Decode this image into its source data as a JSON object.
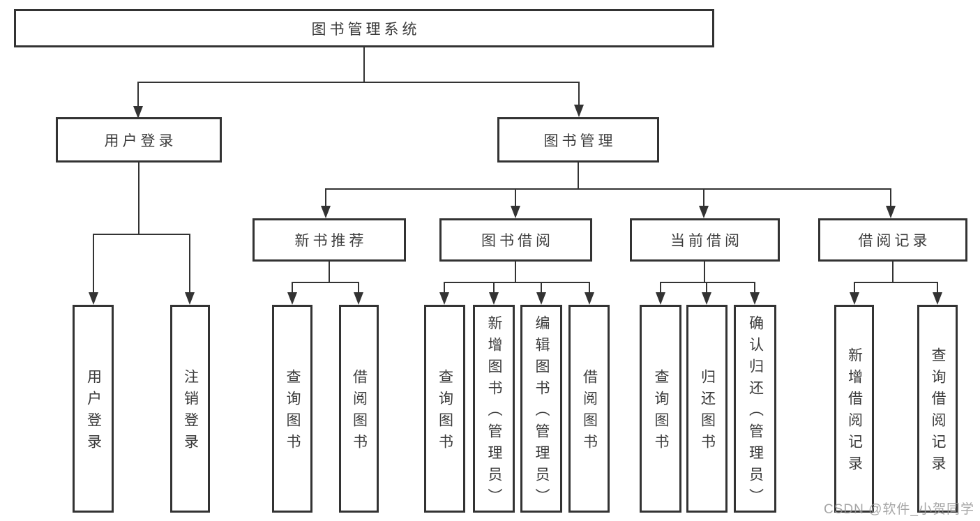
{
  "diagram": {
    "root": {
      "label": "图书管理系统"
    },
    "level2": [
      {
        "label": "用户登录"
      },
      {
        "label": "图书管理"
      }
    ],
    "level3": [
      {
        "label": "新书推荐",
        "parent": "图书管理"
      },
      {
        "label": "图书借阅",
        "parent": "图书管理"
      },
      {
        "label": "当前借阅",
        "parent": "图书管理"
      },
      {
        "label": "借阅记录",
        "parent": "图书管理"
      }
    ],
    "leaves": [
      {
        "label": "用户登录",
        "parent": "用户登录"
      },
      {
        "label": "注销登录",
        "parent": "用户登录"
      },
      {
        "label": "查询图书",
        "parent": "新书推荐"
      },
      {
        "label": "借阅图书",
        "parent": "新书推荐"
      },
      {
        "label": "查询图书",
        "parent": "图书借阅"
      },
      {
        "label": "新增图书（管理员）",
        "parent": "图书借阅"
      },
      {
        "label": "编辑图书（管理员）",
        "parent": "图书借阅"
      },
      {
        "label": "借阅图书",
        "parent": "图书借阅"
      },
      {
        "label": "查询图书",
        "parent": "当前借阅"
      },
      {
        "label": "归还图书",
        "parent": "当前借阅"
      },
      {
        "label": "确认归还（管理员）",
        "parent": "当前借阅"
      },
      {
        "label": "新增借阅记录",
        "parent": "借阅记录"
      },
      {
        "label": "查询借阅记录",
        "parent": "借阅记录"
      }
    ],
    "colors": {
      "line": "#333333",
      "border": "#333333",
      "fill": "#ffffff",
      "text": "#3b3b3b"
    }
  },
  "watermark": {
    "text": "CSDN @软件_小贺同学",
    "color": "#a9a9a9"
  }
}
